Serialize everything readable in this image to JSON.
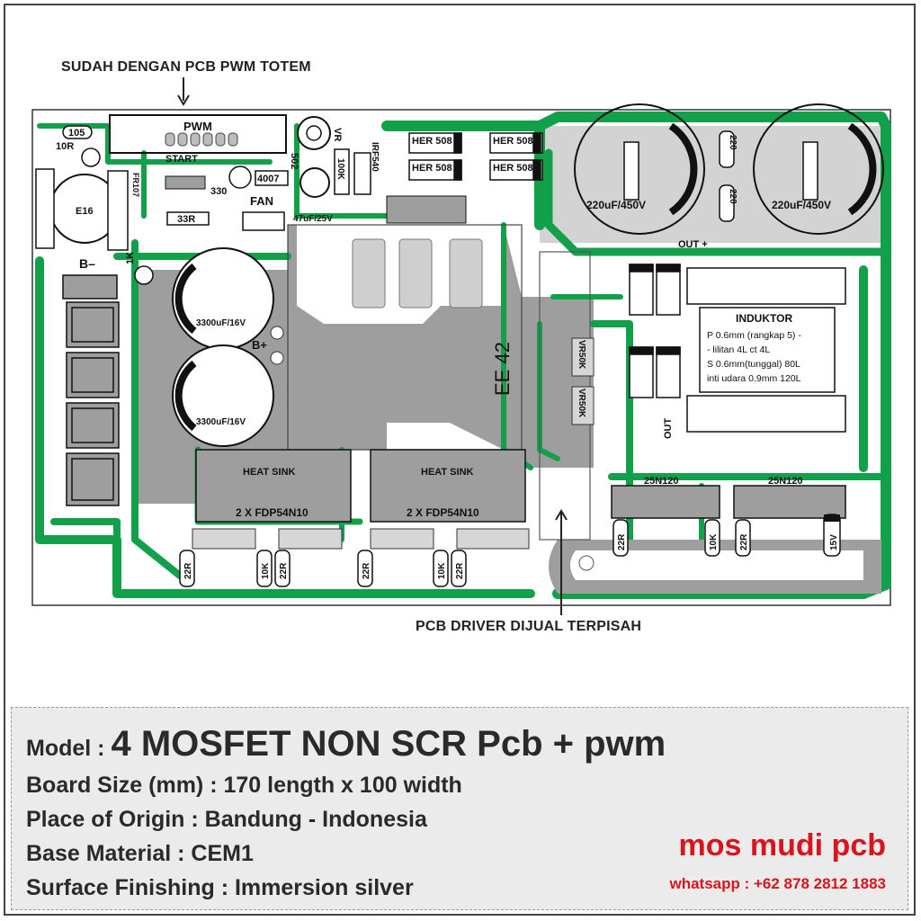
{
  "callouts": {
    "top": "SUDAH DENGAN PCB PWM TOTEM",
    "bottom": "PCB DRIVER DIJUAL TERPISAH"
  },
  "board": {
    "labels": {
      "pwm": "PWM",
      "start": "START",
      "fan": "FAN",
      "r105": "105",
      "r10": "10R",
      "e16": "E16",
      "r33": "33R",
      "r330": "330",
      "d4007": "4007",
      "vr": "VR",
      "c502": "502",
      "r100k": "100K",
      "irf540": "IRF540",
      "c47": "47uF/25V",
      "fr107": "FR107",
      "r1k": "1K",
      "b_minus": "B–",
      "b_plus": "B+",
      "c3300_a": "3300uF/16V",
      "c3300_b": "3300uF/16V",
      "her508": "HER\n508",
      "c220_a": "220uF/450V",
      "c220_b": "220uF/450V",
      "r220_a": "220",
      "r220_b": "220",
      "out_plus": "OUT +",
      "out": "OUT",
      "ee42": "EE 42",
      "vr50k_a": "VR50K",
      "vr50k_b": "VR50K",
      "heatsink_a": "HEAT SINK",
      "heatsink_b": "HEAT SINK",
      "fdp_a": "2 X FDP54N10",
      "fdp_b": "2 X FDP54N10",
      "igbt_a": "25N120",
      "igbt_b": "25N120",
      "r22": "22R",
      "r10k": "10K",
      "r10k_v": "10K",
      "z15v": "15V"
    },
    "inductor": {
      "title": "INDUKTOR",
      "lines": [
        "P 0.6mm (rangkap 5) -",
        "- lilitan 4L ct 4L",
        "S 0.6mm(tunggal) 80L",
        "inti udara 0.9mm 120L"
      ]
    }
  },
  "info": {
    "model_label": "Model :",
    "model_value": "4 MOSFET NON SCR Pcb + pwm",
    "board_size": "Board Size (mm) :  170 length  x  100 width",
    "origin": "Place of Origin : Bandung - Indonesia",
    "material": "Base Material : CEM1",
    "finishing": "Surface Finishing : Immersion silver",
    "brand": "mos mudi pcb",
    "whatsapp": "whatsapp : +62 878 2812 1883"
  },
  "colors": {
    "copper": "#12a04a",
    "silk": "#111111",
    "mask": "#9e9e9e",
    "pad": "#c8c8c8",
    "brand": "#d8141e"
  }
}
